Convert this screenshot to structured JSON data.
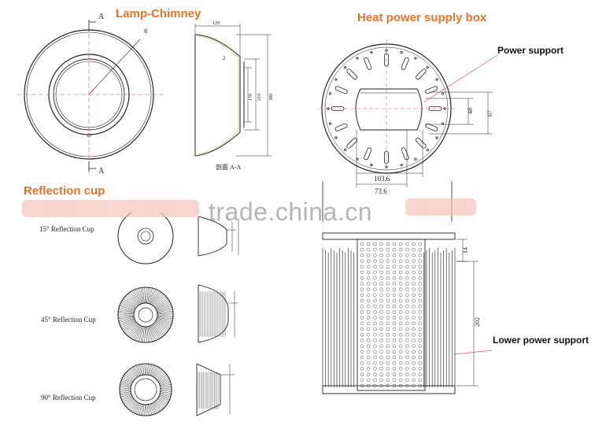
{
  "titles": {
    "lamp_chimney": "Lamp-Chimney",
    "heat_power_supply_box": "Heat power supply box",
    "reflection_cup": "Reflection cup"
  },
  "callouts": {
    "power_support": "Power support",
    "lower_power_support": "Lower power support"
  },
  "cups": {
    "cup15": "15° Reflection Cup",
    "cup45": "45° Reflection Cup",
    "cup90": "90° Reflection Cup"
  },
  "chimney_drawing": {
    "section_mark_top": "A",
    "section_mark_bottom": "A",
    "section_caption": "剖面 A-A",
    "dim_top": "129",
    "dim_170": "170",
    "dim_210": "210",
    "dim_380": "380",
    "dim_2": "2",
    "dim_r": "R"
  },
  "box_drawing": {
    "dim_103": "103.6",
    "dim_73": "73.6",
    "dim_48": "48",
    "dim_67": "67",
    "dim_202": "202",
    "dim_14": "14"
  },
  "watermark": "trade.china.cn",
  "colors": {
    "title": "#e8742a",
    "line": "#222222",
    "centerline": "#e05555",
    "watermark_band": "#f4c7c0"
  }
}
